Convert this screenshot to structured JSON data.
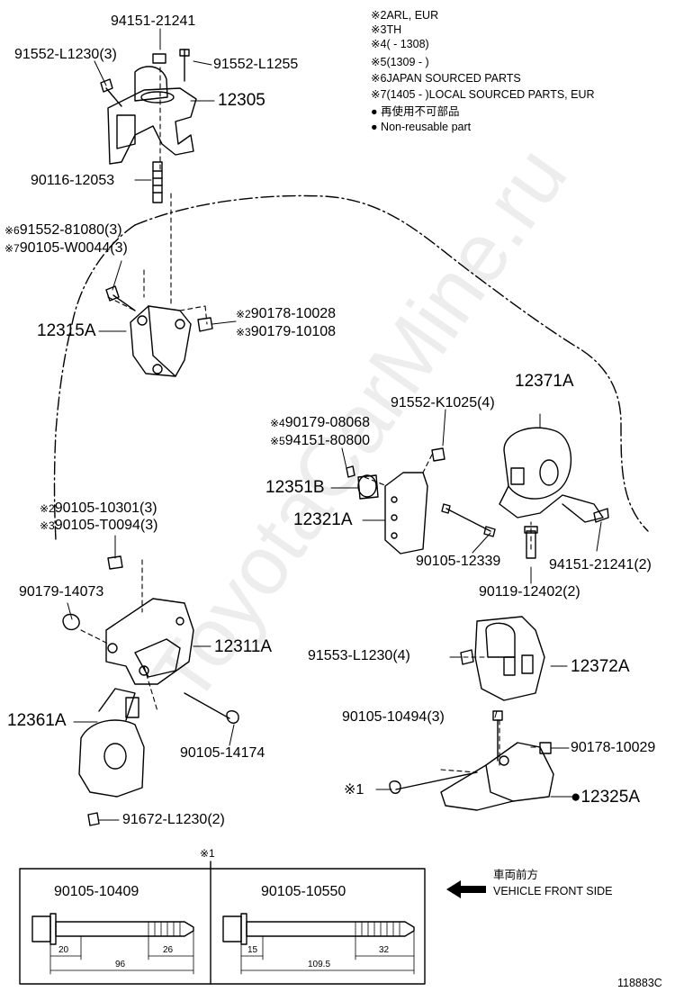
{
  "notes": [
    {
      "mark": "※2",
      "text": "ARL, EUR"
    },
    {
      "mark": "※3",
      "text": "TH"
    },
    {
      "mark": "※4",
      "text": "(        - 1308)"
    },
    {
      "mark": "※5",
      "text": "(1309 -        )"
    },
    {
      "mark": "※6",
      "text": "JAPAN SOURCED PARTS"
    },
    {
      "mark": "※7",
      "text": "(1405 -        )LOCAL SOURCED PARTS, EUR"
    },
    {
      "mark": "●",
      "text": "再使用不可部品"
    },
    {
      "mark": "●",
      "text": "Non-reusable part"
    }
  ],
  "parts": {
    "p94151_21241": "94151-21241",
    "p91552_L1230_3": "91552-L1230(3)",
    "p91552_L1255": "91552-L1255",
    "p12305": "12305",
    "p90116_12053": "90116-12053",
    "p91552_81080_3": "91552-81080(3)",
    "p90105_W0044_3": "90105-W0044(3)",
    "p12315A": "12315A",
    "p90178_10028": "90178-10028",
    "p90179_10108": "90179-10108",
    "p12371A": "12371A",
    "p91552_K1025_4": "91552-K1025(4)",
    "p90179_08068": "90179-08068",
    "p94151_80800": "94151-80800",
    "p12351B": "12351B",
    "p12321A": "12321A",
    "p90105_12339": "90105-12339",
    "p94151_21241_2": "94151-21241(2)",
    "p90119_12402_2": "90119-12402(2)",
    "p90105_10301_3": "90105-10301(3)",
    "p90105_T0094_3": "90105-T0094(3)",
    "p90179_14073": "90179-14073",
    "p12311A": "12311A",
    "p91553_L1230_4": "91553-L1230(4)",
    "p12372A": "12372A",
    "p12361A": "12361A",
    "p90105_14174": "90105-14174",
    "p90105_10494_3": "90105-10494(3)",
    "p90178_10029": "90178-10029",
    "p12325A": "12325A",
    "p91672_L1230_2": "91672-L1230(2)"
  },
  "marks": {
    "m2": "※2",
    "m3": "※3",
    "m4": "※4",
    "m5": "※5",
    "m6": "※6",
    "m7": "※7",
    "m1": "※1",
    "m1_box": "※1",
    "dot": "●"
  },
  "bolts": {
    "left": {
      "part": "90105-10409",
      "d1": "20",
      "d2": "26",
      "total": "96"
    },
    "right": {
      "part": "90105-10550",
      "d1": "15",
      "d2": "32",
      "total": "109.5"
    }
  },
  "direction": {
    "jp": "車両前方",
    "en": "VEHICLE FRONT SIDE"
  },
  "diagram_id": "118883C",
  "watermark": "ToyotaCarMine.ru"
}
